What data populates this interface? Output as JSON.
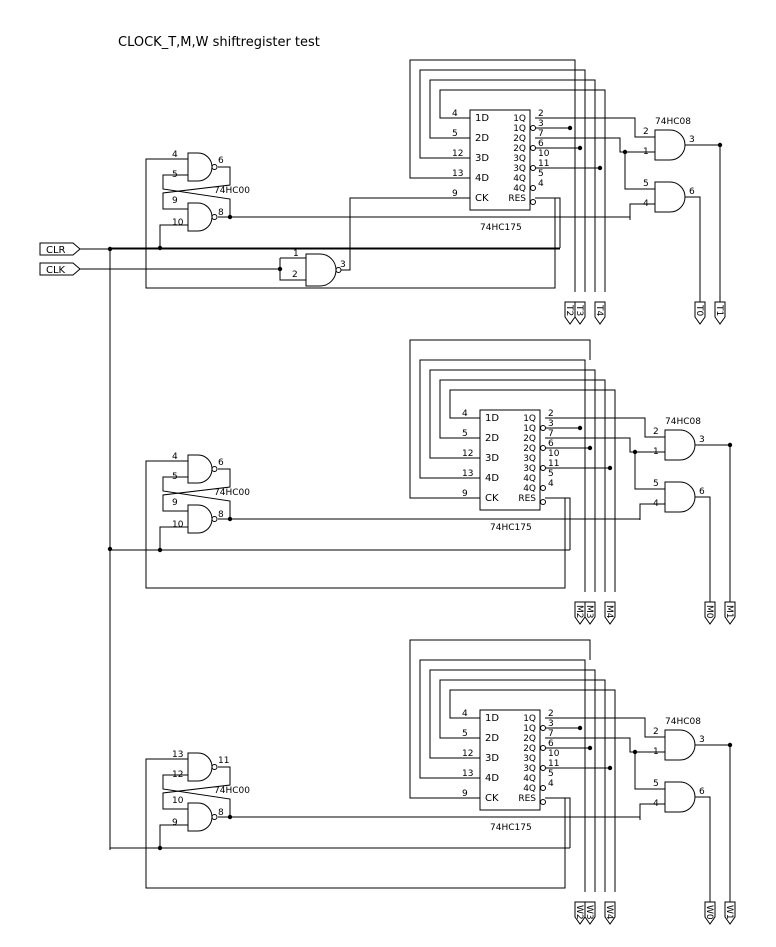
{
  "title": "CLOCK_T,M,W shiftregister test",
  "inputs": [
    "CLR",
    "CLK"
  ],
  "parts": {
    "nand": "74HC00",
    "ff": "74HC175",
    "and": "74HC08"
  },
  "ff_inputs": [
    "1D",
    "2D",
    "3D",
    "4D",
    "CK"
  ],
  "ff_outputs": [
    "1Q",
    "1Q",
    "2Q",
    "2Q",
    "3Q",
    "3Q",
    "4Q",
    "4Q",
    "RES"
  ],
  "ff_in_pins": [
    "4",
    "5",
    "12",
    "13",
    "9"
  ],
  "ff_out_pins": [
    "2",
    "3",
    "7",
    "6",
    "10",
    "11",
    "5",
    "4"
  ],
  "and_pins": {
    "g1_in": [
      "2",
      "1"
    ],
    "g1_out": "3",
    "g2_in": [
      "5",
      "4"
    ],
    "g2_out": "6"
  },
  "clk_gate_pins": {
    "in": [
      "1",
      "2"
    ],
    "out": "3"
  },
  "stages": [
    {
      "name": "T",
      "nand_pins": {
        "a_in": [
          "4",
          "5"
        ],
        "a_out": "6",
        "b_in": [
          "9",
          "10"
        ],
        "b_out": "8"
      },
      "outputs": [
        "T2",
        "T3",
        "T4",
        "T0",
        "T1"
      ]
    },
    {
      "name": "M",
      "nand_pins": {
        "a_in": [
          "4",
          "5"
        ],
        "a_out": "6",
        "b_in": [
          "9",
          "10"
        ],
        "b_out": "8"
      },
      "outputs": [
        "M2",
        "M3",
        "M4",
        "M0",
        "M1"
      ]
    },
    {
      "name": "W",
      "nand_pins": {
        "a_in": [
          "13",
          "12"
        ],
        "a_out": "11",
        "b_in": [
          "10",
          "9"
        ],
        "b_out": "8"
      },
      "outputs": [
        "W2",
        "W3",
        "W4",
        "W0",
        "W1"
      ]
    }
  ]
}
